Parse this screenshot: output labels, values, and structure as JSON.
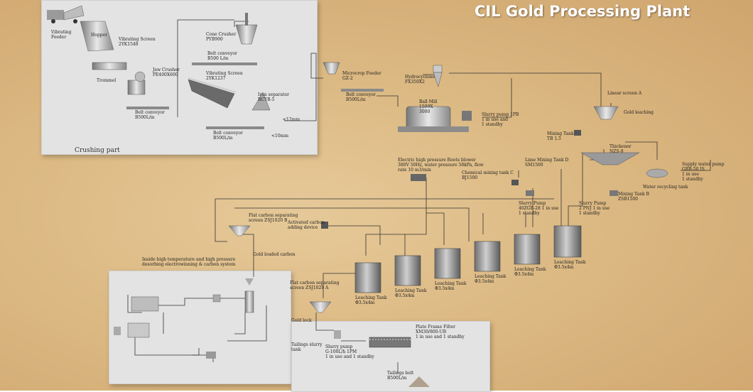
{
  "title": "CIL Gold Processing Plant",
  "sections": {
    "crushing": "Crushing part"
  },
  "labels": {
    "vib_feeder": "Vibrating\nFeeder",
    "hopper": "Hopper",
    "vib_screen_top": "Vibrating Screen\n2YK1548",
    "cone_crusher": "Cone Crusher\nPYB900",
    "belt_conveyor_1": "Belt conveyor\nB500 L/m",
    "jaw_crusher": "Jaw Crusher\nPE400X600",
    "vib_screen_mid": "Vibrating Screen\n2YK1237",
    "trommel": "Trommel",
    "iron_separator": "Iron separator\nRCYB-5",
    "belt_conveyor_2": "Belt conveyor\nB500L/m",
    "belt_conveyor_3": "Belt conveyor\nB500L/m",
    "belt_conveyor_4": "Belt conveyor\nB500L/m",
    "size_10mm": "<10mm",
    "size_12mm": "<12mm",
    "mine_feeder": "Microcrop Feeder\nGZ-2",
    "belt_conveyor_5": "Belt conveyor\nB500L/m",
    "hydrocyclone": "Hydrocyclone\nFX350X2",
    "ball_mill": "Ball Mill\n1500X\n3000",
    "slurry_pump_top": "Slurry pump 1PB\n1 in use and\n1 standby",
    "linear_screen": "Linear screen A",
    "thickener": "Thickener\nNZS-9",
    "mixing_tank_top": "Mixing Tank\nTB 1.5",
    "lime_mixing_tank": "Lime Mixing Tank D\nSM1500",
    "gold_leaching_label": "Gold leaching",
    "chemical_mixing": "Chemical mixing tank C\nBJ1500",
    "pressure_blower": "Electric high pressure Roots blower\n380V 50Hz, water pressure 58kPa, flow\nrate 10 m3/min",
    "mixing_tank_right": "Mixing Tank B\nZSB1500",
    "slurry_pump_mid": "Slurry Pump\n40ZGB-28 1 in use\n1 standby",
    "slurry_pump_mid2": "Slurry Pump\n2 PNJ 1 in use\n1 standby",
    "supply_water": "Supply water pump\nGRB-50 IS\n1 in use\n1 standby",
    "water_recycling": "Water recycling tank",
    "flat_screen": "Flat carbon separating\nscreen ZSJ1020 B",
    "activated_carbon": "Activated carbon\nadding device",
    "gold_loaded": "Gold loaded carbon",
    "desorption": "Inside high temperature and high pressure\ndesorbing electrowinning & carbon system",
    "flat_screen_low": "Flat carbon separating\nscreen ZSJ1020 A",
    "leach_1": "Leaching Tank\nΦ3.5x4m",
    "leach_2": "Leaching Tank\nΦ3.5x4m",
    "leach_3": "Leaching Tank\nΦ3.5x4m",
    "leach_4": "Leaching Tank\nΦ3.5x4m",
    "leach_5": "Leaching Tank\nΦ3.5x4m",
    "leach_6": "Leaching Tank\nΦ3.5x4m",
    "tailings_tank": "Tailings slurry\ntank",
    "slurry_pump_low": "Slurry pump\nG-100L/h 1PM\n1 in use and 1 standby",
    "press_filter": "Plate Frame Filter\nXM30/800-UB\n1 in use and 1 standby",
    "tailings_belt": "Tailings belt\nB500L/m",
    "gold_lock": "Gold lock"
  }
}
